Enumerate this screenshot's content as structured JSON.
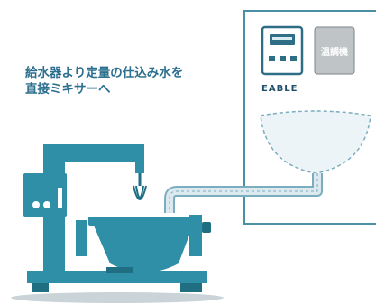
{
  "caption": {
    "line1": "給水器より定量の仕込み水を",
    "line2": "直接ミキサーへ"
  },
  "water_supply_unit": {
    "brand": "EABLE",
    "heater_button_label": "温調機"
  },
  "colors": {
    "machine": "#2f8fa6",
    "machine_dark": "#1f6e82",
    "caption": "#2c6f8e",
    "panel_border": "#4a8fa3",
    "pipe_fill": "#d4e4ea",
    "dashed": "#7aaebf"
  }
}
